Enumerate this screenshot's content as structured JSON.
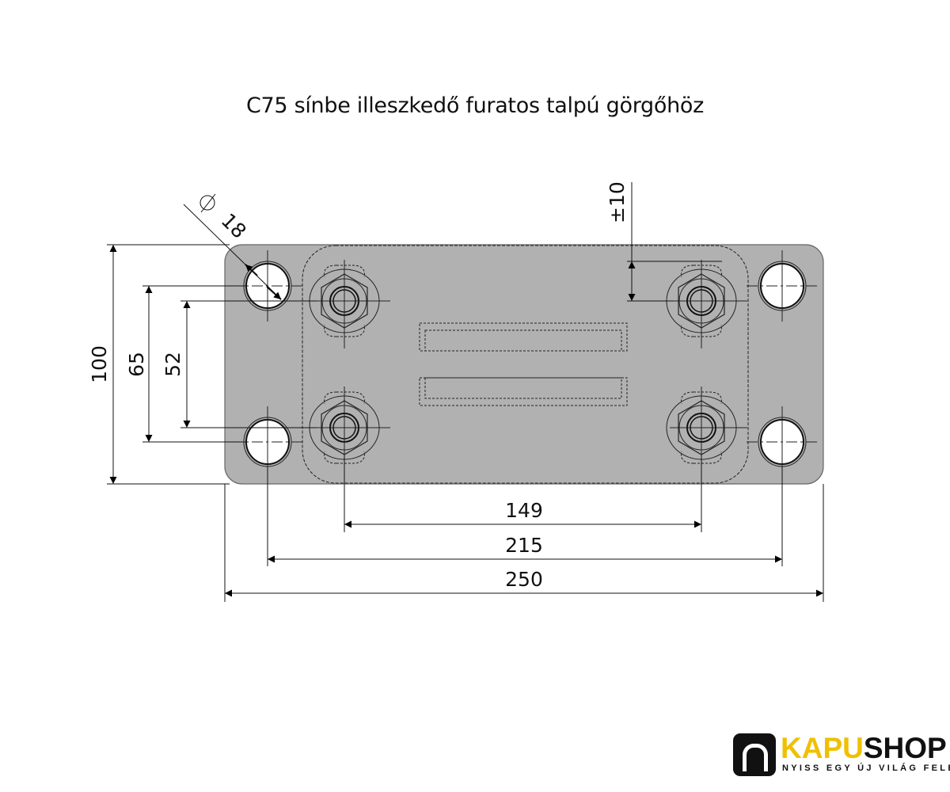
{
  "title": "C75 sínbe illeszkedő furatos talpú görgőhöz",
  "dimensions": {
    "hole_diameter": "18",
    "offset": "±10",
    "height_total": "100",
    "height_holes": "65",
    "height_bolts": "52",
    "width_bolts": "149",
    "width_holes": "215",
    "width_total": "250"
  },
  "logo": {
    "part1": "KAPU",
    "part2": "SHOP",
    "tagline": "NYISS EGY ÚJ VILÁG FELÉ"
  },
  "colors": {
    "plate": "#b1b1b1",
    "accent": "#f0c000"
  }
}
